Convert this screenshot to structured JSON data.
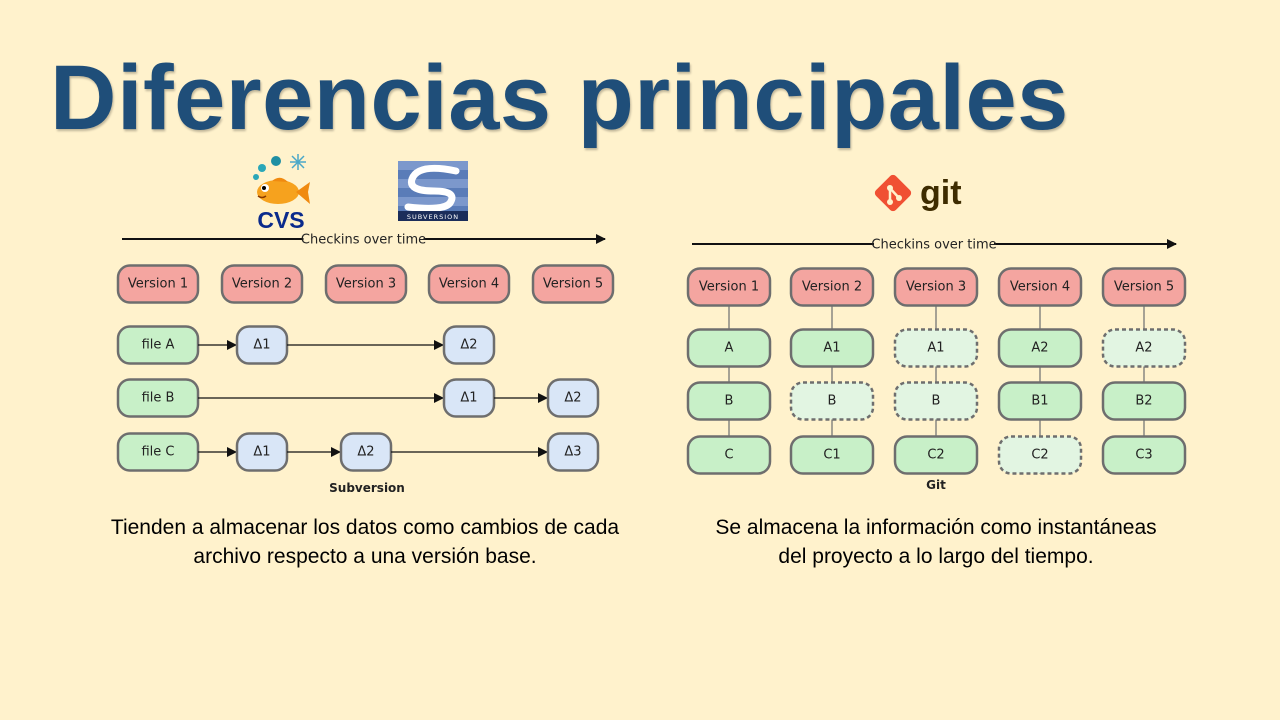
{
  "slide": {
    "title": "Diferencias principales"
  },
  "logos": {
    "cvs": {
      "text": "CVS",
      "icon": "cvs-fish-logo"
    },
    "subversion": {
      "text": "SUBVERSION",
      "icon": "subversion-logo"
    },
    "git": {
      "text": "git",
      "icon": "git-logo"
    }
  },
  "colors": {
    "version_fill": "#f4a5a0",
    "file_fill": "#c8f0c8",
    "delta_fill": "#d9e6f7",
    "snapshot_link_fill": "#e2f5e2",
    "title": "#1f4e79",
    "git_orange": "#f05033",
    "git_brown": "#3e2c00"
  },
  "svn_diagram": {
    "arrow_label": "Checkins over time",
    "diagram_label": "Subversion",
    "versions": [
      "Version 1",
      "Version 2",
      "Version 3",
      "Version 4",
      "Version 5"
    ],
    "files": [
      {
        "name": "file A",
        "deltas": [
          {
            "version": 2,
            "label": "Δ1"
          },
          {
            "version": 4,
            "label": "Δ2"
          }
        ]
      },
      {
        "name": "file B",
        "deltas": [
          {
            "version": 4,
            "label": "Δ1"
          },
          {
            "version": 5,
            "label": "Δ2"
          }
        ]
      },
      {
        "name": "file C",
        "deltas": [
          {
            "version": 2,
            "label": "Δ1"
          },
          {
            "version": 3,
            "label": "Δ2"
          },
          {
            "version": 5,
            "label": "Δ3"
          }
        ]
      }
    ],
    "caption": "Tienden a almacenar los datos como cambios de cada archivo respecto a una versión base."
  },
  "git_diagram": {
    "arrow_label": "Checkins over time",
    "diagram_label": "Git",
    "versions": [
      "Version 1",
      "Version 2",
      "Version 3",
      "Version 4",
      "Version 5"
    ],
    "snapshots": [
      [
        {
          "label": "A",
          "link": false
        },
        {
          "label": "B",
          "link": false
        },
        {
          "label": "C",
          "link": false
        }
      ],
      [
        {
          "label": "A1",
          "link": false
        },
        {
          "label": "B",
          "link": true
        },
        {
          "label": "C1",
          "link": false
        }
      ],
      [
        {
          "label": "A1",
          "link": true
        },
        {
          "label": "B",
          "link": true
        },
        {
          "label": "C2",
          "link": false
        }
      ],
      [
        {
          "label": "A2",
          "link": false
        },
        {
          "label": "B1",
          "link": false
        },
        {
          "label": "C2",
          "link": true
        }
      ],
      [
        {
          "label": "A2",
          "link": true
        },
        {
          "label": "B2",
          "link": false
        },
        {
          "label": "C3",
          "link": false
        }
      ]
    ],
    "caption": "Se almacena la información como instantáneas del proyecto a lo largo del tiempo."
  }
}
